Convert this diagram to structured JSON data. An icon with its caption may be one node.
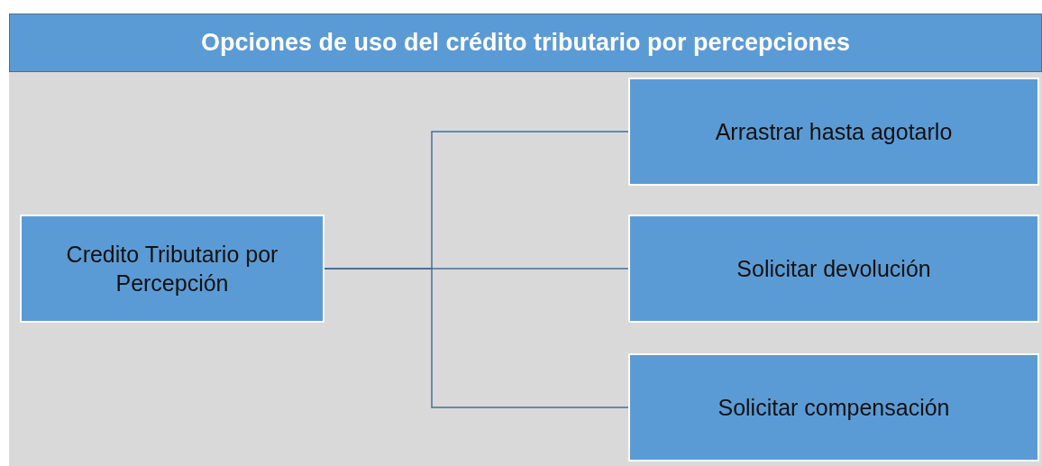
{
  "diagram": {
    "title": "Opciones de uso del crédito tributario por percepciones",
    "nodes": [
      {
        "text": [
          "Credito Tributario por Percepción"
        ]
      },
      {
        "text": [
          "Arrastrar hasta agotarlo"
        ]
      },
      {
        "text": [
          "Solicitar devolución"
        ]
      },
      {
        "text": [
          "Solicitar compensación"
        ]
      }
    ],
    "edges": [
      {
        "from": 0,
        "to": 1,
        "arrow": "none"
      },
      {
        "from": 0,
        "to": 2,
        "arrow": "none"
      },
      {
        "from": 0,
        "to": 3,
        "arrow": "none"
      }
    ]
  }
}
